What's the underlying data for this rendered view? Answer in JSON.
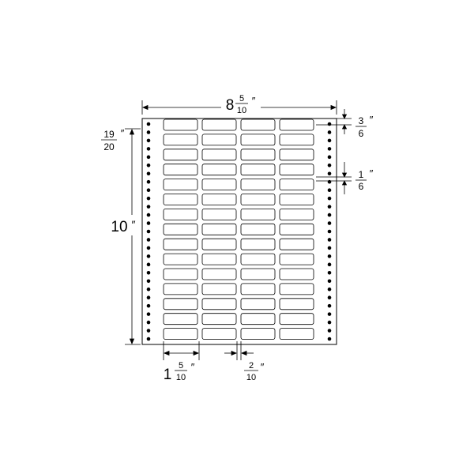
{
  "sheet": {
    "label_rows": 15,
    "label_columns": 4,
    "holes_per_side": 27
  },
  "dimensions": {
    "width": {
      "whole": "8",
      "num": "5",
      "den": "10",
      "mark": "″"
    },
    "height": {
      "whole": "10",
      "mark": "″"
    },
    "top_margin": {
      "num": "19",
      "den": "20",
      "mark": "″"
    },
    "row_pitch": {
      "num": "3",
      "den": "6",
      "mark": "″"
    },
    "row_gap": {
      "num": "1",
      "den": "6",
      "mark": "″"
    },
    "label_width": {
      "whole": "1",
      "num": "5",
      "den": "10",
      "mark": "″"
    },
    "column_gap": {
      "num": "2",
      "den": "10",
      "mark": "″"
    }
  },
  "colors": {
    "line": "#000000",
    "paper": "#ffffff"
  }
}
